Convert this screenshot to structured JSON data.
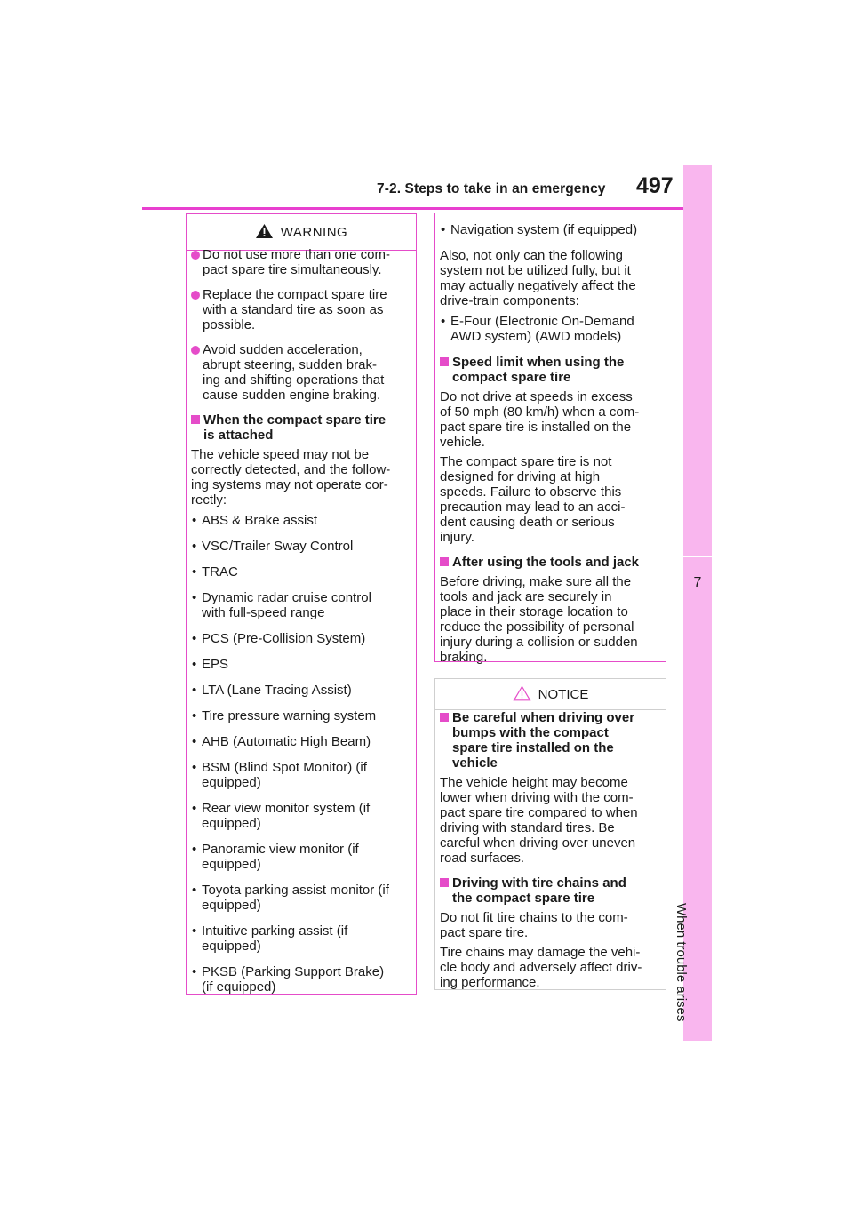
{
  "header": {
    "section": "7-2. Steps to take in an emergency",
    "page_number": "497"
  },
  "sidebar": {
    "chapter_number": "7",
    "chapter_title": "When trouble arises"
  },
  "warning": {
    "title": "WARNING",
    "bullets": [
      "Do not use more than one com-\npact spare tire simultaneously.",
      "Replace the compact spare tire\nwith a standard tire as soon as\npossible.",
      "Avoid sudden acceleration,\nabrupt steering, sudden brak-\ning and shifting operations that\ncause sudden engine braking."
    ],
    "section1": {
      "heading": "When the compact spare tire\nis attached",
      "intro": "The vehicle speed may not be\ncorrectly detected, and the follow-\ning systems may not operate cor-\nrectly:",
      "items": [
        "ABS & Brake assist",
        "VSC/Trailer Sway Control",
        "TRAC",
        "Dynamic radar cruise control\nwith full-speed range",
        "PCS (Pre-Collision System)",
        "EPS",
        "LTA (Lane Tracing Assist)",
        "Tire pressure warning system",
        "AHB (Automatic High Beam)",
        "BSM (Blind Spot Monitor) (if\nequipped)",
        "Rear view monitor system (if\nequipped)",
        "Panoramic view monitor (if\nequipped)",
        "Toyota parking assist monitor (if\nequipped)",
        "Intuitive parking assist (if\nequipped)",
        "PKSB (Parking Support Brake)\n(if equipped)"
      ]
    }
  },
  "warning_cont": {
    "first_item": "Navigation system (if equipped)",
    "para": "Also, not only can the following\nsystem not be utilized fully, but it\nmay actually negatively affect the\ndrive-train components:",
    "item2": "E-Four (Electronic On-Demand\nAWD system) (AWD models)",
    "section2": {
      "heading": "Speed limit when using the\ncompact spare tire",
      "para1": "Do not drive at speeds in excess\nof 50 mph (80 km/h) when a com-\npact spare tire is installed on the\nvehicle.",
      "para2": "The compact spare tire is not\ndesigned for driving at high\nspeeds. Failure to observe this\nprecaution may lead to an acci-\ndent causing death or serious\ninjury."
    },
    "section3": {
      "heading": "After using the tools and jack",
      "para": "Before driving, make sure all the\ntools and jack are securely in\nplace in their storage location to\nreduce the possibility of personal\ninjury during a collision or sudden\nbraking."
    }
  },
  "notice": {
    "title": "NOTICE",
    "section1": {
      "heading": "Be careful when driving over\nbumps with the compact\nspare tire installed on the\nvehicle",
      "para": "The vehicle height may become\nlower when driving with the com-\npact spare tire compared to when\ndriving with standard tires. Be\ncareful when driving over uneven\nroad surfaces."
    },
    "section2": {
      "heading": "Driving with tire chains and\nthe compact spare tire",
      "para1": "Do not fit tire chains to the com-\npact spare tire.",
      "para2": "Tire chains may damage the vehi-\ncle body and adversely affect driv-\ning performance."
    }
  },
  "colors": {
    "accent": "#e54cc9",
    "header_rule": "#e83fcf",
    "side_tab": "#f9b6ee",
    "notice_border": "#cfcfcf"
  }
}
